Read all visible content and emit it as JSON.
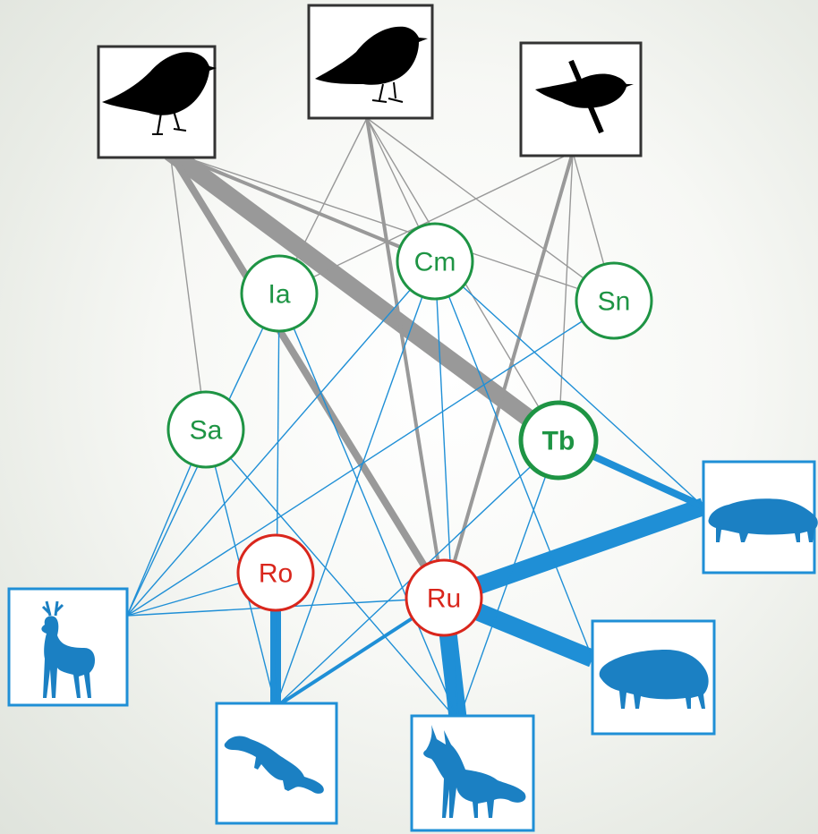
{
  "colors": {
    "bird_edge": "#999999",
    "mammal_edge": "#1f8fd6",
    "plant_green": "#1e9444",
    "plant_red": "#d9261c",
    "bird_icon": "#000000",
    "mammal_icon": "#1b80c3"
  },
  "plants": [
    {
      "id": "Ia",
      "label": "Ia",
      "color": "green",
      "bold": false
    },
    {
      "id": "Cm",
      "label": "Cm",
      "color": "green",
      "bold": false
    },
    {
      "id": "Sn",
      "label": "Sn",
      "color": "green",
      "bold": false
    },
    {
      "id": "Sa",
      "label": "Sa",
      "color": "green",
      "bold": false
    },
    {
      "id": "Tb",
      "label": "Tb",
      "color": "green",
      "bold": true
    },
    {
      "id": "Ro",
      "label": "Ro",
      "color": "red",
      "bold": false
    },
    {
      "id": "Ru",
      "label": "Ru",
      "color": "red",
      "bold": false
    }
  ],
  "birds": [
    {
      "id": "bird1",
      "icon": "blackbird-icon"
    },
    {
      "id": "bird2",
      "icon": "robin-icon"
    },
    {
      "id": "bird3",
      "icon": "warbler-on-branch-icon"
    }
  ],
  "mammals": [
    {
      "id": "deer",
      "icon": "roe-deer-icon"
    },
    {
      "id": "marten",
      "icon": "marten-icon"
    },
    {
      "id": "fox",
      "icon": "fox-icon"
    },
    {
      "id": "boar",
      "icon": "wild-boar-icon"
    },
    {
      "id": "badger",
      "icon": "badger-icon"
    }
  ],
  "links": [
    {
      "from": "bird1",
      "to": "Tb",
      "weight": 5
    },
    {
      "from": "bird1",
      "to": "Ru",
      "weight": 3
    },
    {
      "from": "bird1",
      "to": "Cm",
      "weight": 2
    },
    {
      "from": "bird1",
      "to": "Sa",
      "weight": 1
    },
    {
      "from": "bird1",
      "to": "Sn",
      "weight": 1
    },
    {
      "from": "bird2",
      "to": "Ru",
      "weight": 2
    },
    {
      "from": "bird2",
      "to": "Cm",
      "weight": 1
    },
    {
      "from": "bird2",
      "to": "Sn",
      "weight": 1
    },
    {
      "from": "bird2",
      "to": "Tb",
      "weight": 1
    },
    {
      "from": "bird2",
      "to": "Ia",
      "weight": 1
    },
    {
      "from": "bird3",
      "to": "Ru",
      "weight": 2
    },
    {
      "from": "bird3",
      "to": "Tb",
      "weight": 1
    },
    {
      "from": "bird3",
      "to": "Sn",
      "weight": 1
    },
    {
      "from": "bird3",
      "to": "Ia",
      "weight": 1
    },
    {
      "from": "badger",
      "to": "Ru",
      "weight": 5
    },
    {
      "from": "badger",
      "to": "Tb",
      "weight": 3
    },
    {
      "from": "badger",
      "to": "Cm",
      "weight": 1
    },
    {
      "from": "boar",
      "to": "Ru",
      "weight": 5
    },
    {
      "from": "boar",
      "to": "Cm",
      "weight": 1
    },
    {
      "from": "fox",
      "to": "Ru",
      "weight": 5
    },
    {
      "from": "fox",
      "to": "Sa",
      "weight": 1
    },
    {
      "from": "fox",
      "to": "Ia",
      "weight": 1
    },
    {
      "from": "fox",
      "to": "Cm",
      "weight": 1
    },
    {
      "from": "fox",
      "to": "Tb",
      "weight": 1
    },
    {
      "from": "marten",
      "to": "Ro",
      "weight": 4
    },
    {
      "from": "marten",
      "to": "Ru",
      "weight": 2
    },
    {
      "from": "marten",
      "to": "Sa",
      "weight": 1
    },
    {
      "from": "marten",
      "to": "Ia",
      "weight": 1
    },
    {
      "from": "marten",
      "to": "Cm",
      "weight": 1
    },
    {
      "from": "marten",
      "to": "Tb",
      "weight": 1
    },
    {
      "from": "deer",
      "to": "Ru",
      "weight": 1
    },
    {
      "from": "deer",
      "to": "Sa",
      "weight": 1
    },
    {
      "from": "deer",
      "to": "Ia",
      "weight": 1
    },
    {
      "from": "deer",
      "to": "Cm",
      "weight": 1
    },
    {
      "from": "deer",
      "to": "Sn",
      "weight": 1
    },
    {
      "from": "deer",
      "to": "Ro",
      "weight": 1
    }
  ]
}
